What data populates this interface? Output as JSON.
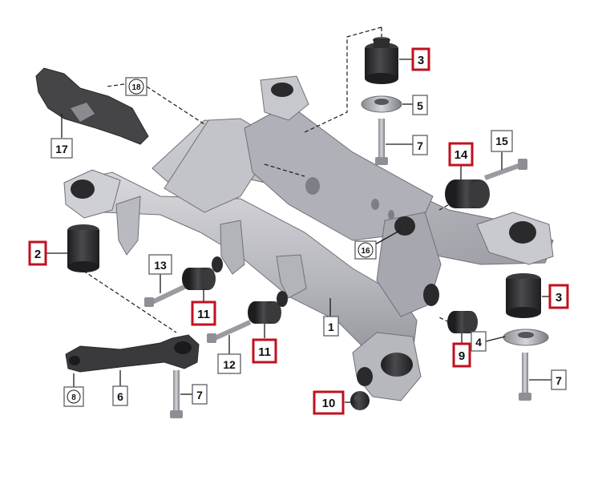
{
  "colors": {
    "highlight": "#c0111f",
    "box_border": "#5a5f66",
    "part_dark": "#2a2a2c",
    "frame_light": "#c9c9cf",
    "frame_mid": "#a2a3aa",
    "frame_shade": "#7d7e86",
    "leader": "#1a1a1a"
  },
  "labels": {
    "p1": "1",
    "p2": "2",
    "p3_top": "3",
    "p3_right": "3",
    "p4": "4",
    "p5": "5",
    "p6": "6",
    "p7_top": "7",
    "p7_bottom": "7",
    "p7_right": "7",
    "p8": "8",
    "p9": "9",
    "p10": "10",
    "p11_left": "11",
    "p11_mid": "11",
    "p12": "12",
    "p13": "13",
    "p14": "14",
    "p15": "15",
    "p16": "16",
    "p17": "17",
    "p18": "18"
  },
  "highlighted_parts": [
    "2",
    "3",
    "9",
    "10",
    "11",
    "14"
  ],
  "icons": [
    "rear-subframe",
    "rubber-bushing",
    "mount-washer",
    "mounting-bolt",
    "trailing-link",
    "heat-shield"
  ]
}
